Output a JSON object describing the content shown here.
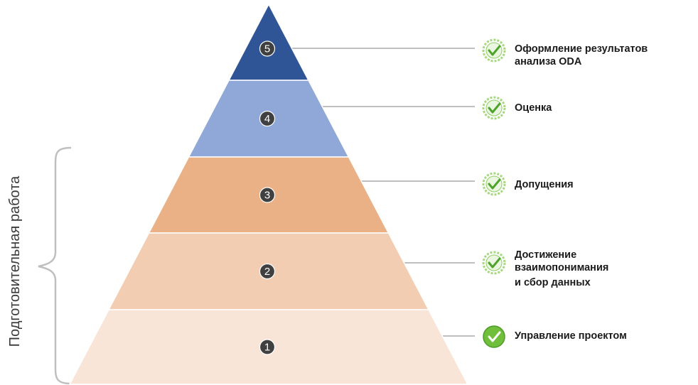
{
  "diagram": {
    "side_label": "Подготовительная работа",
    "levels": [
      {
        "number": "5",
        "label_lines": [
          "Оформление результатов",
          "анализа ODA"
        ],
        "fill": "#2f5597",
        "check": "check-icon-dashed"
      },
      {
        "number": "4",
        "label_lines": [
          "Оценка"
        ],
        "fill": "#8fa8d8",
        "check": "check-icon-dashed"
      },
      {
        "number": "3",
        "label_lines": [
          "Допущения"
        ],
        "fill": "#eab086",
        "check": "check-icon-dashed"
      },
      {
        "number": "2",
        "label_lines": [
          "Достижение",
          "взаимопонимания",
          "и сбор данных"
        ],
        "fill": "#f2cdb1",
        "check": "check-icon-dashed"
      },
      {
        "number": "1",
        "label_lines": [
          "Управление проектом"
        ],
        "fill": "#f9e5d8",
        "check": "check-icon-solid"
      }
    ],
    "colors": {
      "check_green": "#6fbf3a",
      "number_circle": "#404040",
      "connector": "#bfbfbf",
      "bracket": "#bfbfbf"
    }
  }
}
